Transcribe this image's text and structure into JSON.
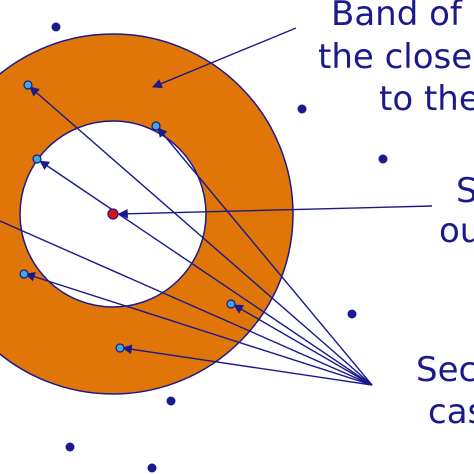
{
  "labels": {
    "band_line1": "Band of",
    "band_line2": "the close",
    "band_line3": "to the",
    "query_line1": "S",
    "query_line2": "ou",
    "second_line1": "Sec",
    "second_line2": "cas"
  },
  "colors": {
    "band_fill": "#e07508",
    "band_outline": "#1a1a8c",
    "inner_disk_fill": "#ffffff",
    "arrow_color": "#1a1a8c",
    "text_color": "#1a1a8c",
    "query_point_color": "#e01010",
    "candidate_point_color": "#3fa9e0",
    "background_point_color": "#1a1a8c"
  },
  "legend_marks": {
    "query_point": "red-dot",
    "candidate_point": "light-blue-dot",
    "background_point": "navy-dot"
  }
}
